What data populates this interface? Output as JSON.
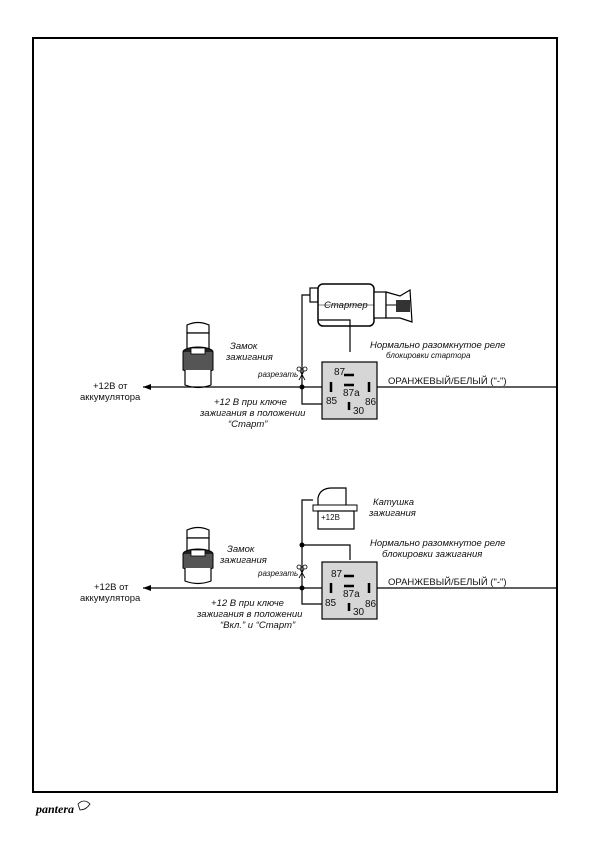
{
  "brand": {
    "logo_text": "pantera"
  },
  "diagram1": {
    "starter_label": "Стартер",
    "lock_label": [
      "Замок",
      "зажигания"
    ],
    "relay_title": [
      "Нормально разомкнутое реле",
      "блокировки стартора"
    ],
    "cut_label": "разрезать",
    "battery_label": [
      "+12В от",
      "аккумулятора"
    ],
    "key_label": [
      "+12 В при ключе",
      "зажигания в положении",
      "“Старт”"
    ],
    "wire_label": "ОРАНЖЕВЫЙ/БЕЛЫЙ (\"-\")",
    "pins": {
      "p87": "87",
      "p87a": "87a",
      "p85": "85",
      "p86": "86",
      "p30": "30"
    }
  },
  "diagram2": {
    "coil_label": [
      "Катушка",
      "зажигания"
    ],
    "coil_terminal": "+12В",
    "lock_label": [
      "Замок",
      "зажигания"
    ],
    "relay_title": [
      "Нормально разомкнутое реле",
      "блокировки зажигания"
    ],
    "cut_label": "разрезать",
    "battery_label": [
      "+12В от",
      "аккумулятора"
    ],
    "key_label": [
      "+12 В при ключе",
      "зажигания в положении",
      "“Вкл.” и “Старт”"
    ],
    "wire_label": "ОРАНЖЕВЫЙ/БЕЛЫЙ (\"-\")",
    "pins": {
      "p87": "87",
      "p87a": "87a",
      "p85": "85",
      "p86": "86",
      "p30": "30"
    }
  }
}
